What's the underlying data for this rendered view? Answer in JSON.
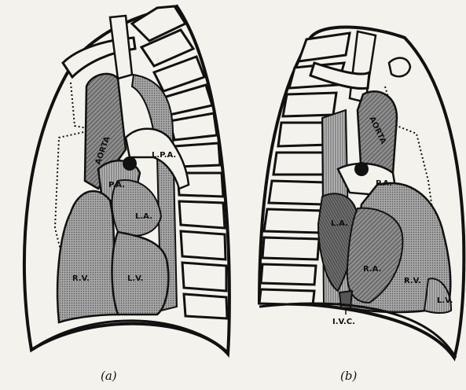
{
  "panel_a": {
    "caption": "(a)",
    "labels": {
      "aorta": "AORTA",
      "lpa": "L.P.A.",
      "pa": "P.A.",
      "la": "L.A.",
      "rv": "R.V.",
      "lv": "L.V."
    }
  },
  "panel_b": {
    "caption": "(b)",
    "labels": {
      "aorta": "AORTA",
      "pa": "P.A.",
      "la": "L.A.",
      "ra": "R.A.",
      "rv": "R.V.",
      "lv": "L.V.",
      "ivc": "I.V.C."
    }
  },
  "colors": {
    "ink": "#111111",
    "paper": "#f4f2ec",
    "shade_dark": "#6b6b6b",
    "shade_mid": "#9a9a9a",
    "shade_light": "#cfcfcf"
  }
}
